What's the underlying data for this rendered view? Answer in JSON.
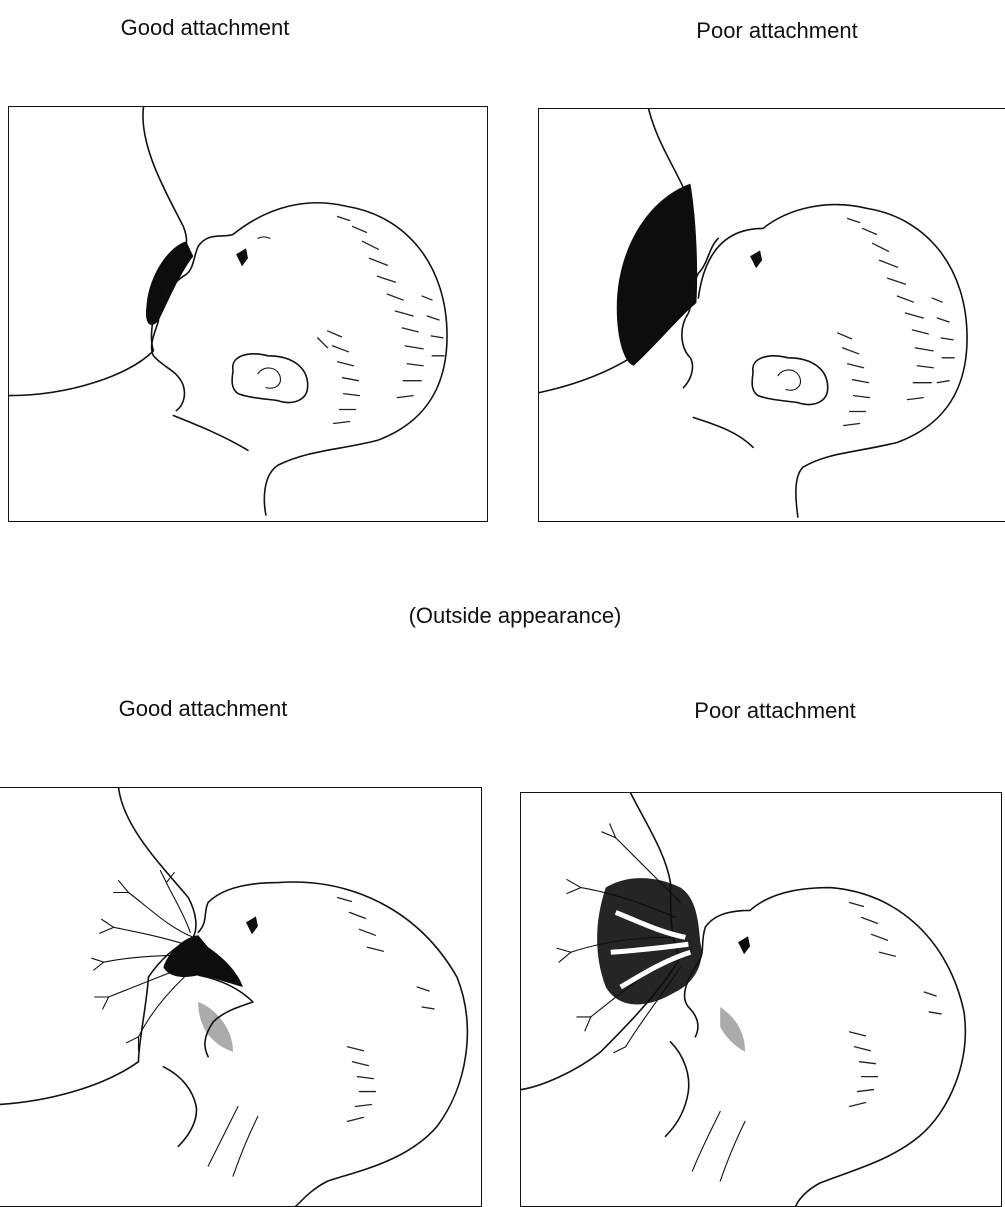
{
  "figure": {
    "top_left_caption": "Good attachment",
    "top_right_caption": "Poor attachment",
    "middle_caption": "(Outside appearance)",
    "bottom_left_caption": "Good attachment",
    "bottom_right_caption": "Poor attachment"
  },
  "icons": {
    "panels": [
      "baby-breastfeeding-illustration",
      "baby-breastfeeding-illustration",
      "breast-cross-section-illustration",
      "breast-cross-section-illustration"
    ]
  }
}
